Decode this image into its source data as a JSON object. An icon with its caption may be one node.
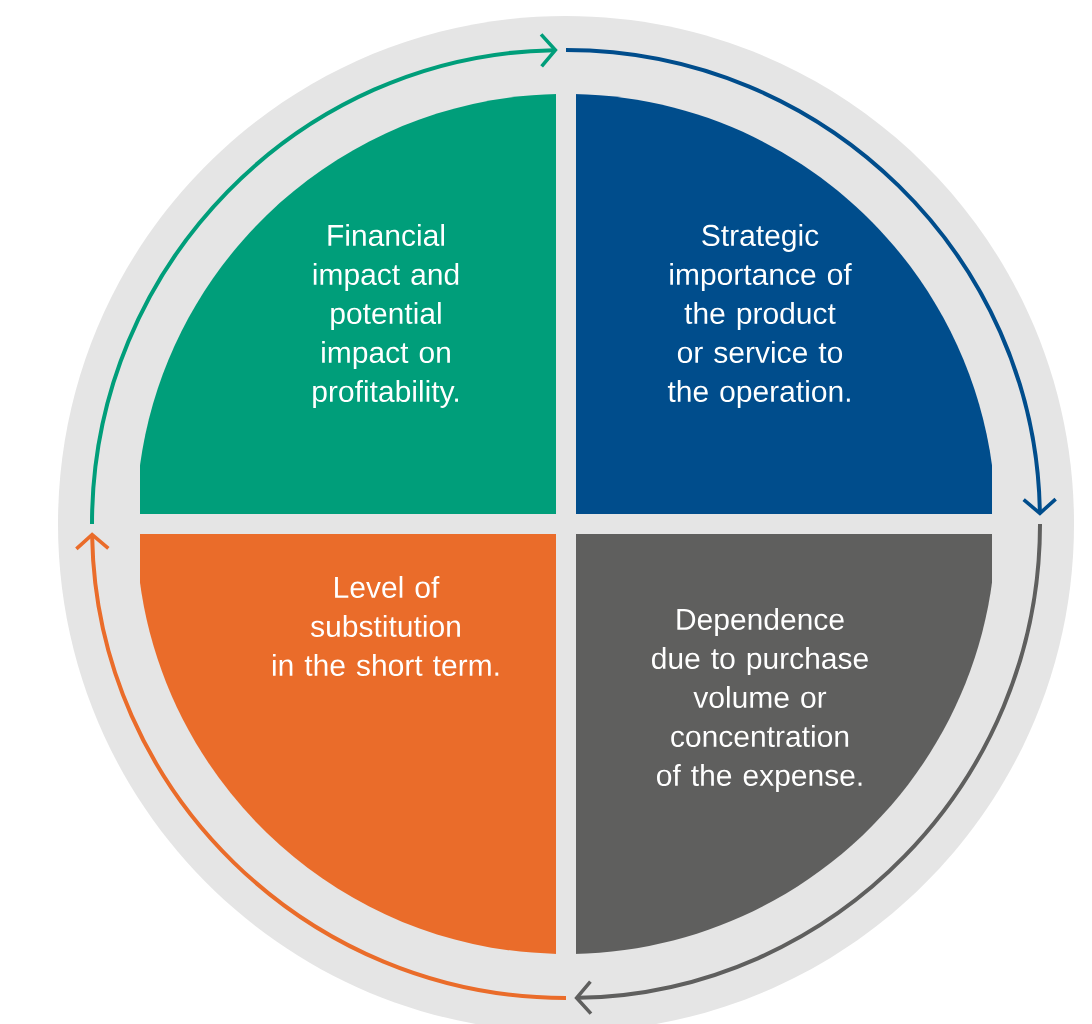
{
  "diagram": {
    "nodes": [
      {
        "text": [
          "Financial impact and potential impact on profitability."
        ]
      },
      {
        "text": [
          "Strategic importance of the product or service to the operation."
        ]
      },
      {
        "text": [
          "Level of substitution in the short term."
        ]
      },
      {
        "text": [
          "Dependence due to purchase volume or concentration of the expense."
        ]
      }
    ]
  }
}
